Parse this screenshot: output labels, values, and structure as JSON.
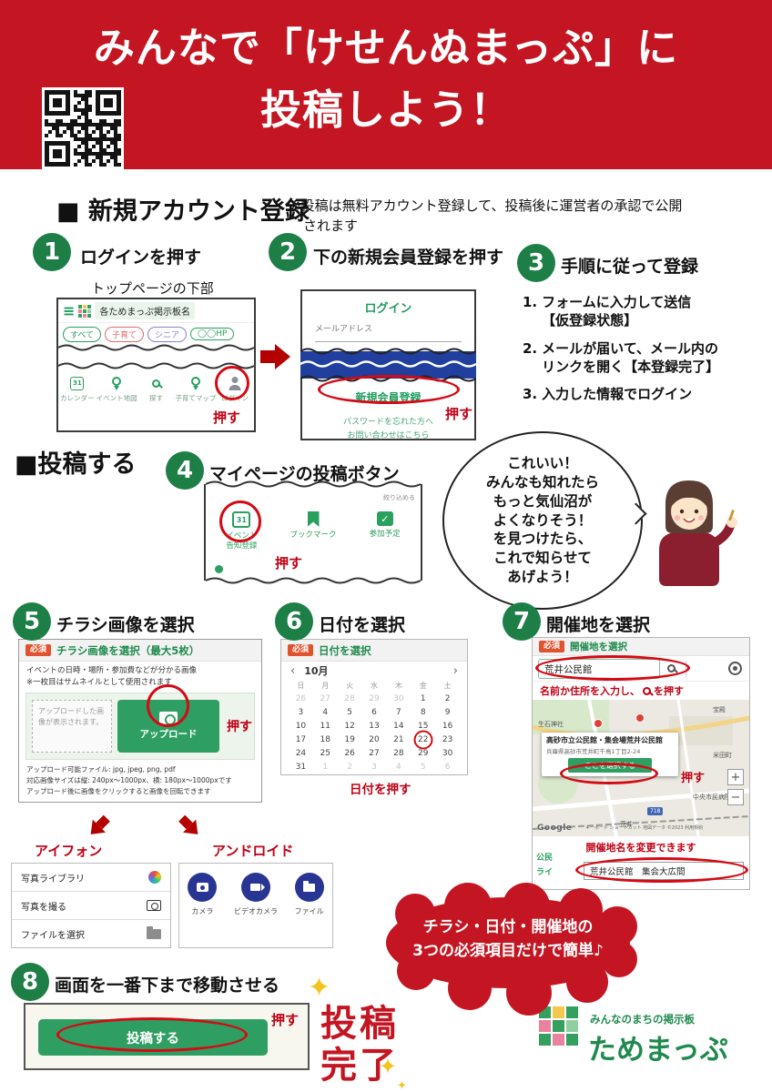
{
  "icons": {
    "hamburger": "≡",
    "check": "✓",
    "sparkle": "✦"
  },
  "ui": {
    "press": "押す"
  },
  "header": {
    "title_line1": "みんなで「けせんぬまっぷ」に",
    "title_line2": "投稿しよう！"
  },
  "account": {
    "heading": "■ 新規アカウント登録",
    "note": "※投稿は無料アカウント登録して、投稿後に運営者の承認で公開\n　されます"
  },
  "step1": {
    "number": "1",
    "label": "ログインを押す",
    "caption": "トップページの下部",
    "board_title": "各ためまっぷ掲示板名",
    "chips": [
      "すべて",
      "子育て",
      "シニア",
      "◯◯HP"
    ],
    "nav_items": [
      "カレンダー",
      "イベント地図",
      "探す",
      "子育てマップ",
      "ログイン"
    ]
  },
  "step2": {
    "number": "2",
    "label": "下の新規会員登録を押す",
    "login_title": "ログイン",
    "email_label": "メールアドレス",
    "register_button": "新規会員登録",
    "forgot_link": "パスワードを忘れた方へ",
    "contact_link": "お問い合わせはこちら"
  },
  "step3": {
    "number": "3",
    "label": "手順に従って登録",
    "items": [
      "フォームに入力して送信\n【仮登録状態】",
      "メールが届いて、メール内の\nリンクを開く【本登録完了】",
      "入力した情報でログイン"
    ]
  },
  "post_heading": "■投稿する",
  "step4": {
    "number": "4",
    "label": "マイページの投稿ボタン",
    "corner_note": "絞り込める",
    "buttons": [
      "イベント\n告知登録",
      "ブックマーク",
      "参加予定"
    ]
  },
  "bubble": {
    "text": "これいい！\nみんなも知れたら\nもっと気仙沼が\nよくなりそう！\nを見つけたら、\nこれで知らせて\nあげよう！"
  },
  "step5": {
    "number": "5",
    "label": "チラシ画像を選択",
    "required_badge": "必須",
    "panel_title": "チラシ画像を選択（最大5枚）",
    "desc1": "イベントの日時・場所・参加費などが分かる画像",
    "desc2": "※一枚目はサムネイルとして使用されます",
    "placeholder_text": "アップロードした画像が表示されます。",
    "upload_button": "アップロード",
    "note1": "アップロード可能ファイル: jpg, jpeg, png, pdf",
    "note2": "対応画像サイズは縦: 240px〜1000px、横: 180px〜1000pxです",
    "note3": "アップロード後に画像をクリックすると画像を回転できます",
    "iphone_label": "アイフォン",
    "android_label": "アンドロイド",
    "ios_menu": [
      "写真ライブラリ",
      "写真を撮る",
      "ファイルを選択"
    ],
    "android_menu": [
      "カメラ",
      "ビデオカメラ",
      "ファイル"
    ]
  },
  "step6": {
    "number": "6",
    "label": "日付を選択",
    "required_badge": "必須",
    "panel_title": "日付を選択",
    "prev": "‹",
    "next": "›",
    "month": "10月",
    "day_headers": [
      "日",
      "月",
      "火",
      "水",
      "木",
      "金",
      "土"
    ],
    "dates": [
      "26",
      "27",
      "28",
      "29",
      "30",
      "1",
      "2",
      "3",
      "4",
      "5",
      "6",
      "7",
      "8",
      "9",
      "10",
      "11",
      "12",
      "13",
      "14",
      "15",
      "16",
      "17",
      "18",
      "19",
      "20",
      "21",
      "22",
      "23",
      "24",
      "25",
      "26",
      "27",
      "28",
      "29",
      "30",
      "31",
      "1",
      "2",
      "3",
      "4",
      "5",
      "6"
    ],
    "selected_date": "22",
    "press_hint": "日付を押す"
  },
  "step7": {
    "number": "7",
    "label": "開催地を選択",
    "required_badge": "必須",
    "panel_title": "開催地を選択",
    "search_value": "荒井公民館",
    "search_hint_pre": "名前か住所を入力し、",
    "search_hint_post": "を押す",
    "map_labels": [
      "生石神社",
      "宝殿",
      "米田町",
      "中央市民病院",
      "荒井"
    ],
    "route_badge": "718",
    "info_title": "高砂市立公民館・集会場荒井公民館",
    "info_address": "兵庫県高砂市荒井町千鳥1丁目2-24",
    "select_button": "ここを選択する",
    "zoom_in": "+",
    "zoom_out": "−",
    "google": "Google",
    "attribution": "キーボード ショートカット 地図データ ©2023 利用規約",
    "rename_hint": "開催地名を変更できます",
    "partial_labels": [
      "公民",
      "ライ"
    ],
    "venue_value": "荒井公民館　集会大広間"
  },
  "step8": {
    "number": "8",
    "label": "画面を一番下まで移動させる",
    "submit_button": "投稿する"
  },
  "blob": {
    "line1": "チラシ・日付・開催地の",
    "line2": "3つの必須項目だけで簡単♪"
  },
  "done": {
    "line1": "投稿",
    "line2": "完了"
  },
  "logo": {
    "tagline": "みんなのまちの掲示板",
    "name": "ためまっぷ"
  }
}
